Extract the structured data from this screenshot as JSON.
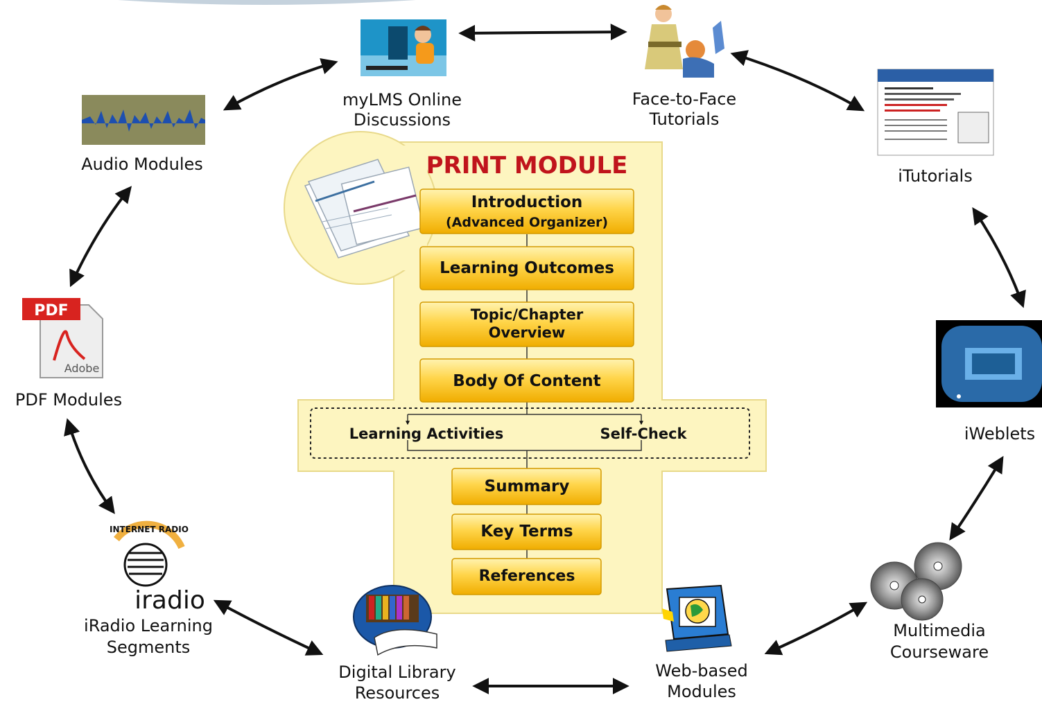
{
  "module": {
    "title": "PRINT MODULE",
    "boxes": {
      "introduction": [
        "Introduction",
        "(Advanced Organizer)"
      ],
      "learning_outcomes": "Learning Outcomes",
      "topic_overview": [
        "Topic/Chapter",
        "Overview"
      ],
      "body_of_content": "Body Of Content",
      "learning_activities": "Learning Activities",
      "self_check": "Self-Check",
      "summary": "Summary",
      "key_terms": "Key Terms",
      "references": "References"
    }
  },
  "resources": {
    "mylms": [
      "myLMS Online",
      "Discussions"
    ],
    "face_to_face": [
      "Face-to-Face",
      "Tutorials"
    ],
    "itutorials": "iTutorials",
    "iweblets": "iWeblets",
    "multimedia": [
      "Multimedia",
      "Courseware"
    ],
    "web_based": [
      "Web-based",
      "Modules"
    ],
    "digital_library": [
      "Digital Library",
      "Resources"
    ],
    "iradio": [
      "iRadio Learning",
      "Segments"
    ],
    "pdf": "PDF Modules",
    "audio": "Audio Modules"
  },
  "icon_text": {
    "pdf_badge": "PDF",
    "adobe": "Adobe",
    "iradio_logo": "iradio",
    "internet_radio": "INTERNET RADIO"
  },
  "colors": {
    "panel": "#fdf5c0",
    "box_top": "#ffe88a",
    "box_bottom": "#f2b700",
    "title": "#c0141c",
    "arrow": "#111111"
  }
}
